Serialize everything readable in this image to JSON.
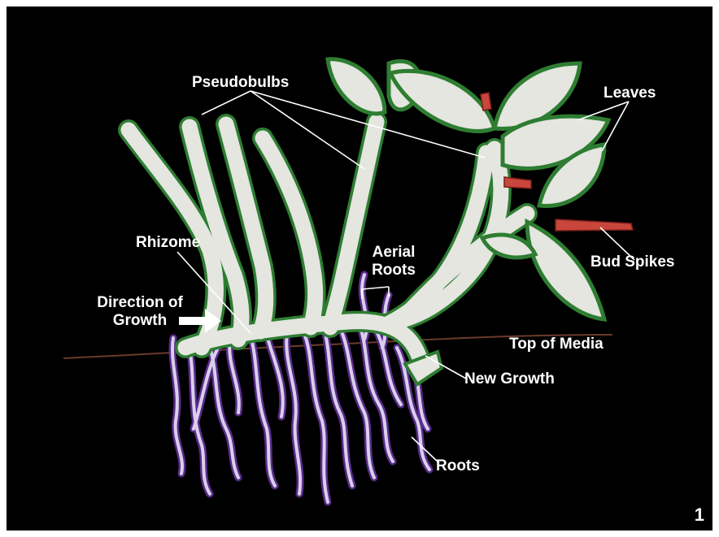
{
  "diagram": {
    "labels": {
      "pseudobulbs": "Pseudobulbs",
      "leaves": "Leaves",
      "rhizome": "Rhizome",
      "aerial_roots_line1": "Aerial",
      "aerial_roots_line2": "Roots",
      "direction_line1": "Direction of",
      "direction_line2": "Growth",
      "bud_spikes": "Bud Spikes",
      "top_of_media": "Top of Media",
      "new_growth": "New Growth",
      "roots": "Roots"
    },
    "figure_number": "1",
    "colors": {
      "background": "#000000",
      "outline_green": "#2e7d32",
      "fill_plant": "#e4e6df",
      "roots_purple": "#5a2c8c",
      "roots_fill": "#d8d0ea",
      "bud_spike": "#c9463d",
      "media_line": "#6b3a2a",
      "label_text": "#ffffff"
    }
  }
}
